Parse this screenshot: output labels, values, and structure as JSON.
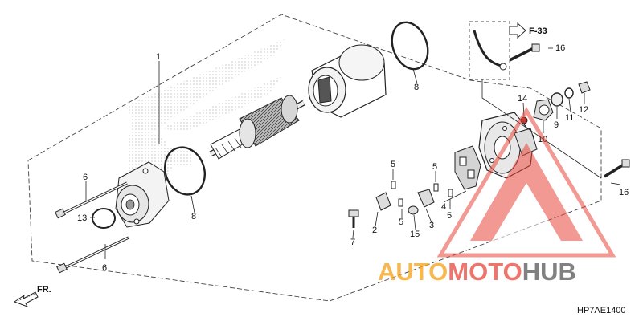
{
  "diagram": {
    "ref_arrow_label": "F-33",
    "front_label": "FR.",
    "diagram_code": "HP7AE1400",
    "callouts": [
      {
        "id": "c1",
        "text": "1"
      },
      {
        "id": "c2",
        "text": "2"
      },
      {
        "id": "c3",
        "text": "3"
      },
      {
        "id": "c4",
        "text": "4"
      },
      {
        "id": "c5a",
        "text": "5"
      },
      {
        "id": "c5b",
        "text": "5"
      },
      {
        "id": "c5c",
        "text": "5"
      },
      {
        "id": "c5d",
        "text": "5"
      },
      {
        "id": "c6a",
        "text": "6"
      },
      {
        "id": "c6b",
        "text": "6"
      },
      {
        "id": "c7",
        "text": "7"
      },
      {
        "id": "c8a",
        "text": "8"
      },
      {
        "id": "c8b",
        "text": "8"
      },
      {
        "id": "c9",
        "text": "9"
      },
      {
        "id": "c10",
        "text": "10"
      },
      {
        "id": "c11",
        "text": "11"
      },
      {
        "id": "c12",
        "text": "12"
      },
      {
        "id": "c13",
        "text": "13"
      },
      {
        "id": "c14",
        "text": "14"
      },
      {
        "id": "c15",
        "text": "15"
      },
      {
        "id": "c16a",
        "text": "16"
      },
      {
        "id": "c16b",
        "text": "16"
      }
    ]
  },
  "watermark": {
    "part1": "AUTO",
    "part2": "MOTO",
    "part3": "HUB",
    "color_orange": "#f5a623",
    "color_red": "#e8473b",
    "color_gray": "#6b6b6b"
  }
}
